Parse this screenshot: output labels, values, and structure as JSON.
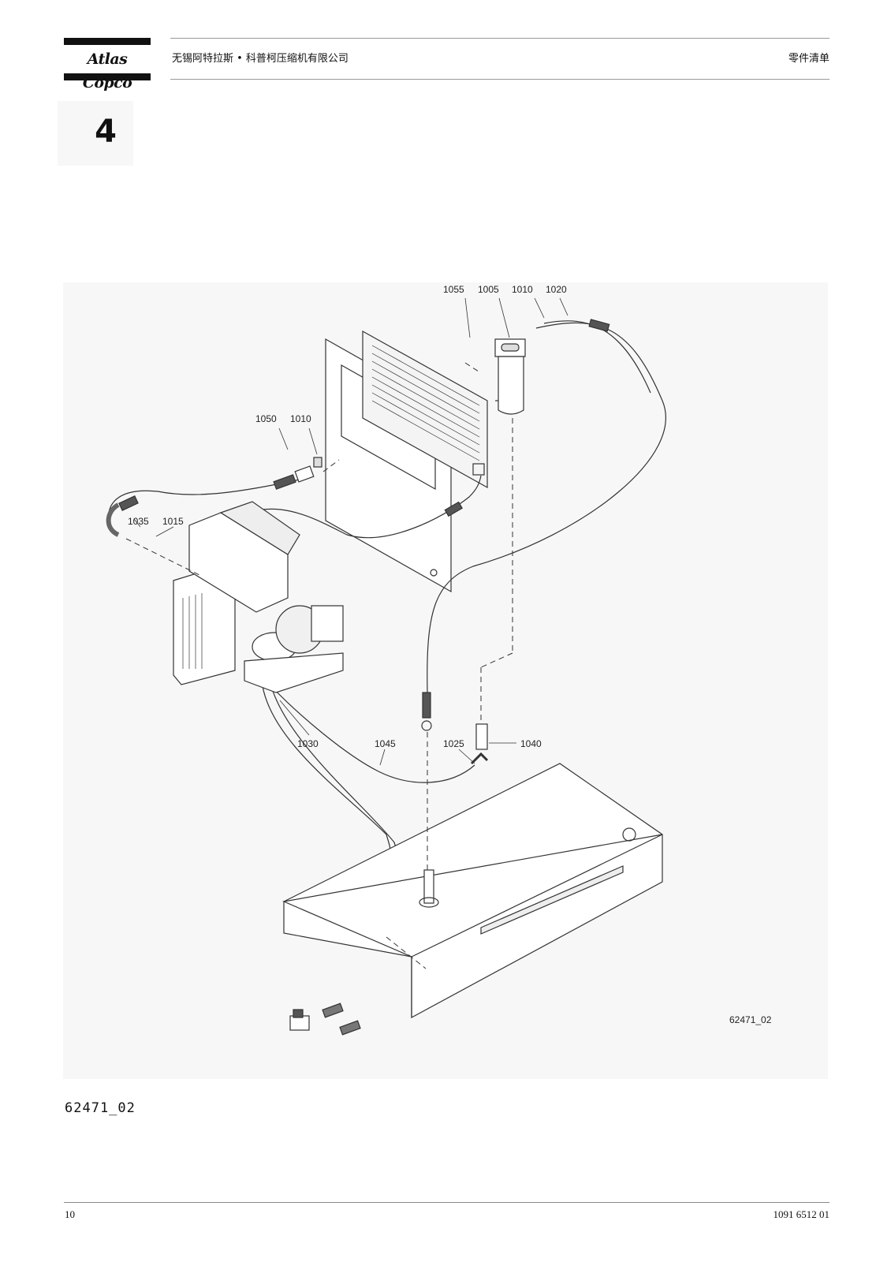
{
  "header": {
    "brand": "Atlas Copco",
    "company": "无锡阿特拉斯 • 科普柯压缩机有限公司",
    "document_type": "零件清单"
  },
  "section": {
    "number": "4"
  },
  "figure": {
    "id_label": "62471_02",
    "callouts": [
      "1055",
      "1005",
      "1010",
      "1020",
      "1050",
      "1010",
      "1035",
      "1015",
      "1030",
      "1045",
      "1025",
      "1040"
    ]
  },
  "caption": "62471_02",
  "footer": {
    "page": "10",
    "doc_number": "1091 6512 01"
  }
}
